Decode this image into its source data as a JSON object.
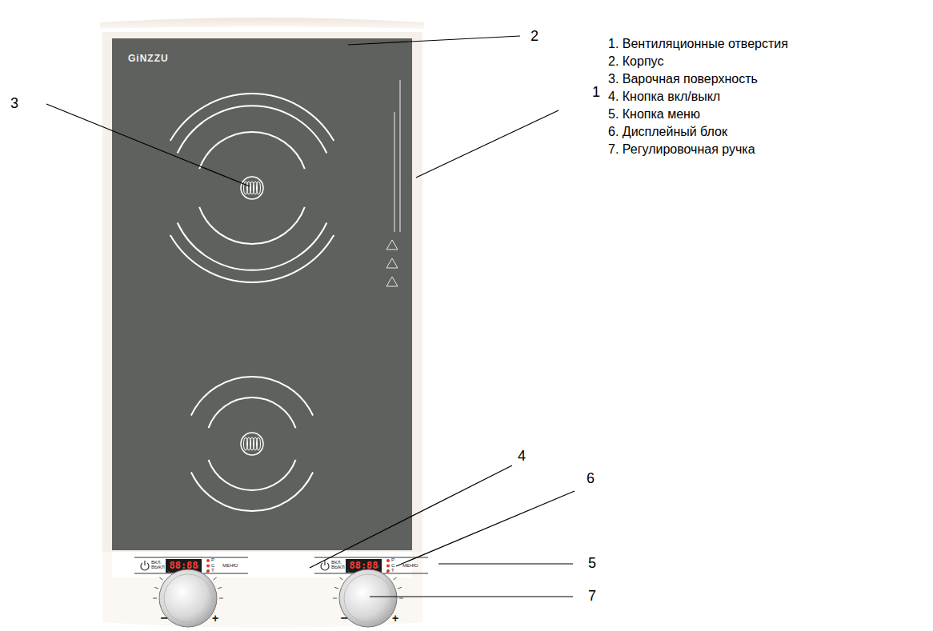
{
  "diagram": {
    "labels": [
      "1",
      "2",
      "3",
      "4",
      "5",
      "6",
      "7",
      "1. Вентиляционные отверстия",
      "2. Корпус",
      "3. Варочная поверхность",
      "4. Кнопка вкл/выкл",
      "5. Кнопка меню",
      "6. Дисплейный блок",
      "7. Регулировочная ручка",
      "GiNZZU",
      "ВКЛ. ВЫКЛ",
      "88:88",
      "P",
      "C",
      "T",
      "МЕНЮ",
      "−",
      "+",
      "ВКЛ. ВЫКЛ",
      "88:88",
      "P",
      "C",
      "T",
      "МЕНЮ",
      "−",
      "+"
    ]
  }
}
